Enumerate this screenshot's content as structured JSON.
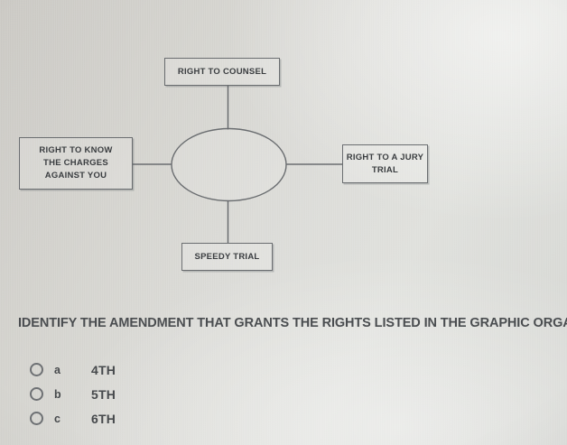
{
  "organizer": {
    "center_shape": "ellipse",
    "center_label": "",
    "nodes": [
      {
        "id": "counsel",
        "label": "RIGHT TO COUNSEL",
        "lines": [
          "RIGHT TO COUNSEL"
        ],
        "position": "top"
      },
      {
        "id": "know-charges",
        "label": "RIGHT TO KNOW THE CHARGES AGAINST YOU",
        "lines": [
          "RIGHT TO KNOW",
          "THE CHARGES",
          "AGAINST YOU"
        ],
        "position": "left"
      },
      {
        "id": "jury-trial",
        "label": "RIGHT TO A JURY TRIAL",
        "lines": [
          "RIGHT TO A JURY",
          "TRIAL"
        ],
        "position": "right"
      },
      {
        "id": "speedy-trial",
        "label": "SPEEDY TRIAL",
        "lines": [
          "SPEEDY TRIAL"
        ],
        "position": "bottom"
      }
    ]
  },
  "question": {
    "prompt": "IDENTIFY THE AMENDMENT THAT GRANTS THE RIGHTS LISTED IN THE GRAPHIC ORGANIZER."
  },
  "options": [
    {
      "letter": "a",
      "value": "4TH",
      "selected": false
    },
    {
      "letter": "b",
      "value": "5TH",
      "selected": false
    },
    {
      "letter": "c",
      "value": "6TH",
      "selected": false
    }
  ],
  "colors": {
    "line": "#6a6d70",
    "text": "#46494c",
    "background_light": "#e0e1dd",
    "background_dark": "#cbc9c4"
  }
}
